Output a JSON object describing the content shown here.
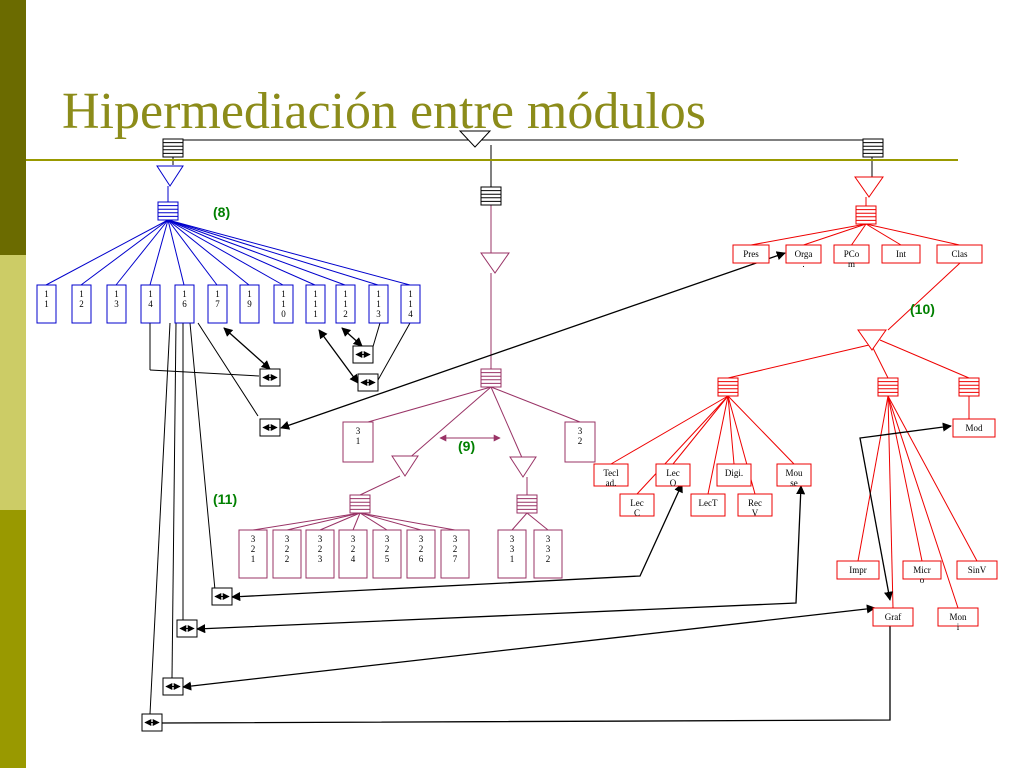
{
  "slide": {
    "title": "Hipermediación entre módulos",
    "accent_colors": {
      "bar_top": "#6b6b00",
      "bar_middle": "#cccc66",
      "bar_bottom": "#999900",
      "title": "#8c8c1a"
    }
  },
  "diagram": {
    "colors": {
      "blue": "#0000cc",
      "purple": "#993366",
      "red": "#ee0000",
      "black": "#000000",
      "green": "#008000"
    },
    "labels": {
      "l8": "(8)",
      "l9": "(9)",
      "l10": "(10)",
      "l11": "(11)"
    },
    "blue_nodes": [
      [
        "1",
        "1"
      ],
      [
        "1",
        "2"
      ],
      [
        "1",
        "3"
      ],
      [
        "1",
        "4"
      ],
      [
        "1",
        "6"
      ],
      [
        "1",
        "7"
      ],
      [
        "1",
        "9"
      ],
      [
        "1",
        "1",
        "0"
      ],
      [
        "1",
        "1",
        "1"
      ],
      [
        "1",
        "1",
        "2"
      ],
      [
        "1",
        "1",
        "3"
      ],
      [
        "1",
        "1",
        "4"
      ]
    ],
    "purple_nodes": {
      "n31": [
        "3",
        "1"
      ],
      "n32": [
        "3",
        "2"
      ],
      "group321": [
        [
          "3",
          "2",
          "1"
        ],
        [
          "3",
          "2",
          "2"
        ],
        [
          "3",
          "2",
          "3"
        ],
        [
          "3",
          "2",
          "4"
        ],
        [
          "3",
          "2",
          "5"
        ],
        [
          "3",
          "2",
          "6"
        ],
        [
          "3",
          "2",
          "7"
        ]
      ],
      "group331": [
        [
          "3",
          "3",
          "1"
        ],
        [
          "3",
          "3",
          "2"
        ]
      ]
    },
    "red_nodes": {
      "top": [
        [
          "Pres"
        ],
        [
          "Orga",
          "."
        ],
        [
          "PCo",
          "m"
        ],
        [
          "Int"
        ],
        [
          "Clas"
        ]
      ],
      "mid": [
        [
          "Tecl",
          "ad."
        ],
        [
          "Lec",
          "C"
        ],
        [
          "Lec",
          "O"
        ],
        [
          "LecT"
        ],
        [
          "Digi."
        ],
        [
          "Rec",
          "V"
        ],
        [
          "Mou",
          "se"
        ]
      ],
      "mod": [
        "Mod"
      ],
      "out": [
        [
          "Impr"
        ],
        [
          "Graf"
        ],
        [
          "Micr",
          "o"
        ],
        [
          "Mon",
          "i"
        ],
        [
          "SinV"
        ]
      ]
    }
  }
}
